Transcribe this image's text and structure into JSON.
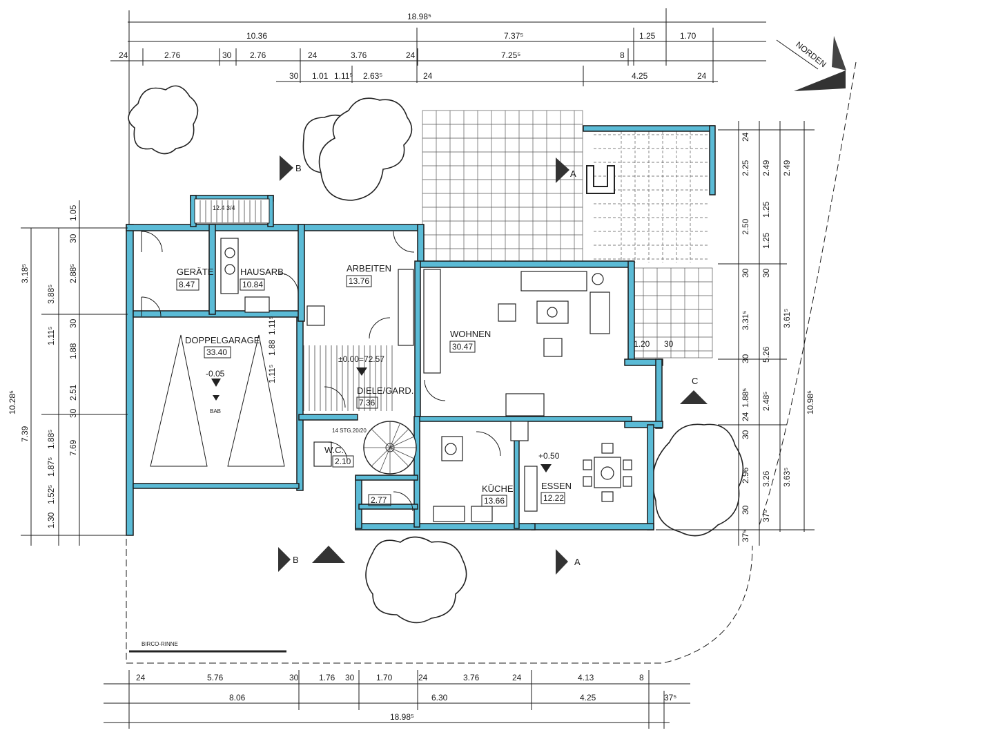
{
  "rooms": {
    "geraete": {
      "name": "GERÄTE",
      "area": "8.47"
    },
    "hausarb": {
      "name": "HAUSARB.",
      "area": "10.84"
    },
    "arbeiten": {
      "name": "ARBEITEN",
      "area": "13.76"
    },
    "wohnen": {
      "name": "WOHNEN",
      "area": "30.47"
    },
    "doppelgarage": {
      "name": "DOPPELGARAGE",
      "area": "33.40",
      "level": "-0.05",
      "drain": "BAB"
    },
    "diele": {
      "name": "DIELE/GARD.",
      "area": "7.36",
      "level": "±0.00=72.57"
    },
    "wc": {
      "name": "W.C.",
      "area": "2.10"
    },
    "stair": {
      "label": "14 STG.20/20"
    },
    "abstell": {
      "area": "2.77"
    },
    "kueche": {
      "name": "KÜCHE",
      "area": "13.66"
    },
    "essen": {
      "name": "ESSEN",
      "area": "12.22",
      "level": "+0.50"
    },
    "terrace_stairs": {
      "label": "12.4 3/4"
    }
  },
  "north": {
    "label": "NORDEN"
  },
  "sections": {
    "a": "A",
    "b": "B",
    "c": "C"
  },
  "gutter": {
    "label": "BIRCO-RINNE"
  },
  "dims_top": {
    "overall": "18.98⁵",
    "r2": [
      "10.36",
      "7.37⁵",
      "1.25",
      "1.70"
    ],
    "r3": [
      "24",
      "2.76",
      "30",
      "2.76",
      "24",
      "3.76",
      "24",
      "7.25⁵",
      "8"
    ],
    "r4": [
      "30",
      "1.01",
      "1.11⁵",
      "2.63⁵",
      "24",
      "4.25",
      "24"
    ]
  },
  "dims_bottom": {
    "r1": [
      "24",
      "5.76",
      "30",
      "1.76",
      "30",
      "1.70",
      "24",
      "3.76",
      "24",
      "4.13",
      "8"
    ],
    "r2": [
      "8.06",
      "6.30",
      "4.25",
      "37⁵"
    ],
    "overall": "18.98⁵"
  },
  "dims_right": {
    "c1": [
      "24",
      "2.25",
      "2.50",
      "30",
      "3.31⁵",
      "30",
      "1.88⁵",
      "24",
      "30",
      "2.96",
      "30",
      "37⁵"
    ],
    "c2": [
      "2.49",
      "1.25",
      "1.25",
      "30",
      "5.26",
      "2.48⁵",
      "3.26",
      "37⁵"
    ],
    "c3": [
      "2.49",
      "3.61⁵",
      "3.63⁵"
    ],
    "c4": [
      "10.98⁵"
    ],
    "misc": [
      "1.20",
      "30"
    ]
  },
  "dims_left": {
    "c1": [
      "10.28⁵",
      "7.39",
      "3.18⁵"
    ],
    "c2": [
      "3.88⁵",
      "1.11⁵",
      "1.88⁵",
      "1.87⁵",
      "1.52⁵",
      "1.30"
    ],
    "c3": [
      "1.05",
      "30",
      "2.88⁵",
      "30",
      "1.88",
      "2.51",
      "30",
      "7.69"
    ],
    "garage_inner": [
      "1.11⁵",
      "1.88",
      "1.11⁵"
    ]
  }
}
